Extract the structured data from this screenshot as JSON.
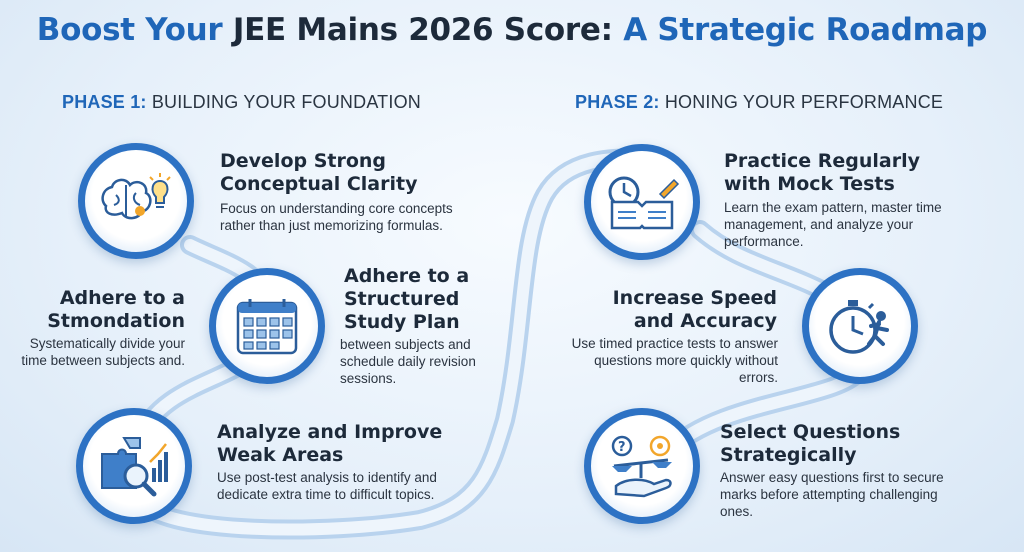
{
  "title": {
    "part1": "Boost Your ",
    "part2": "JEE Mains 2026 Score: ",
    "part3": "A Strategic Roadmap"
  },
  "phases": [
    {
      "num": "PHASE 1:",
      "label": " BUILDING YOUR FOUNDATION"
    },
    {
      "num": "PHASE 2:",
      "label": " HONING YOUR PERFORMANCE"
    }
  ],
  "steps": [
    {
      "heading": "Develop Strong Conceptual Clarity",
      "desc": "Focus on understanding core concepts rather than just memorizing formulas.",
      "icon": "brain-lightbulb-icon"
    },
    {
      "heading": "Adhere to a Structured Study Plan",
      "desc": "between subjects and schedule daily revision sessions.",
      "icon": "calendar-planner-icon"
    },
    {
      "heading": "Adhere to a Stmondation",
      "desc": "Systematically divide your time between subjects and.",
      "icon": ""
    },
    {
      "heading": "Analyze and Improve Weak Areas",
      "desc": "Use post-test analysis to identify and dedicate extra time to difficult topics.",
      "icon": "puzzle-magnifier-chart-icon"
    },
    {
      "heading": "Practice Regularly with Mock Tests",
      "desc": "Learn the exam pattern, master time management, and analyze your performance.",
      "icon": "clock-book-icon"
    },
    {
      "heading": "Increase Speed and Accuracy",
      "desc": "Use timed practice tests to answer questions more quickly without errors.",
      "icon": "stopwatch-runner-icon"
    },
    {
      "heading": "Select Questions Strategically",
      "desc": "Answer easy questions first to secure marks before attempting challenging ones.",
      "icon": "hand-balance-questions-icon"
    }
  ],
  "colors": {
    "accent": "#2d72c4",
    "title_blue": "#1f66b8",
    "text_dark": "#1d2a3a"
  }
}
